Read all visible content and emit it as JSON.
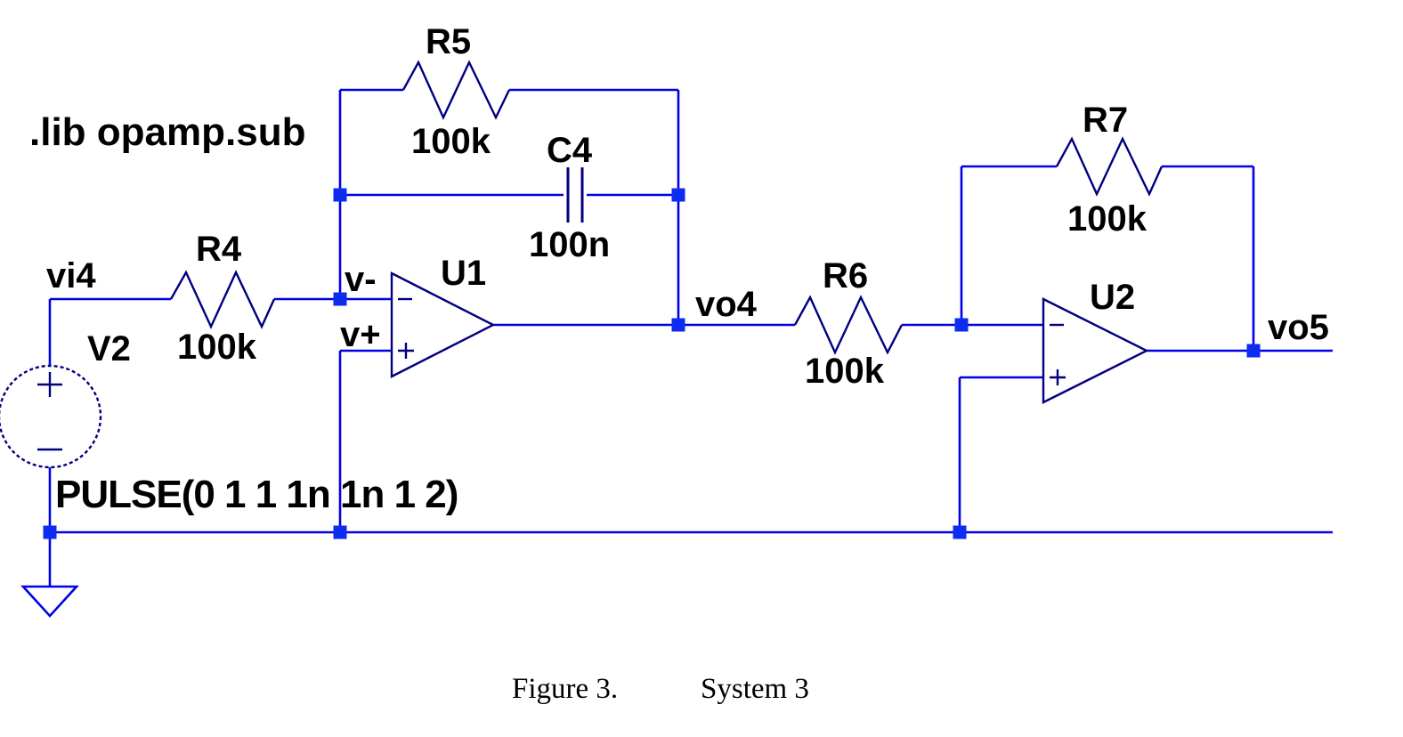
{
  "directive": ".lib opamp.sub",
  "source": {
    "ref": "V2",
    "pulse": "PULSE(0 1 1 1n 1n 1 2)"
  },
  "components": {
    "r4": {
      "ref": "R4",
      "value": "100k"
    },
    "r5": {
      "ref": "R5",
      "value": "100k"
    },
    "r6": {
      "ref": "R6",
      "value": "100k"
    },
    "r7": {
      "ref": "R7",
      "value": "100k"
    },
    "c4": {
      "ref": "C4",
      "value": "100n"
    },
    "u1": {
      "ref": "U1"
    },
    "u2": {
      "ref": "U2"
    }
  },
  "net_labels": {
    "input": "vi4",
    "vminus": "v-",
    "vplus": "v+",
    "vo4": "vo4",
    "vo5": "vo5"
  },
  "caption": {
    "label": "Figure 3.",
    "title": "System 3"
  },
  "colors": {
    "wire": "#0101e6",
    "component": "#000080",
    "junction": "#0d2bf2",
    "text": "#000000",
    "background": "#ffffff"
  }
}
